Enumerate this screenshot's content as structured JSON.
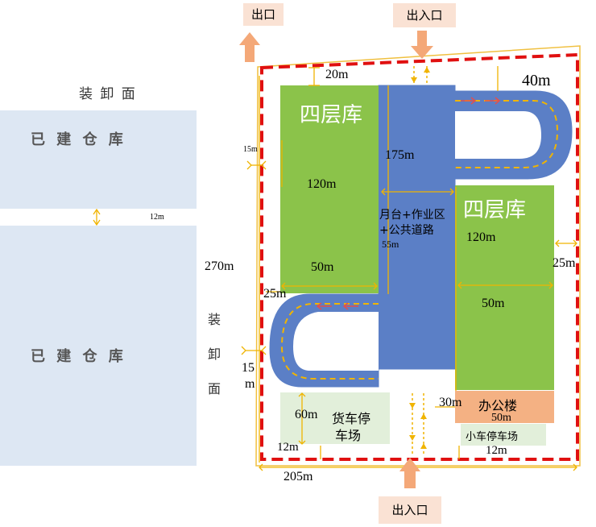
{
  "left": {
    "title_top": "装 卸 面",
    "wh1": "已 建 仓 库",
    "wh2": "已 建 仓 库",
    "gap_dim": "12m",
    "side_text": [
      "装",
      "卸",
      "面"
    ]
  },
  "gates": {
    "exit_top": "出口",
    "in_out_top": "出入口",
    "in_out_bottom": "出入口"
  },
  "blocks": {
    "wh_left": "四层库",
    "wh_right": "四层库",
    "platform_line1": "月台+作业区",
    "platform_line2": "+公共道路",
    "office": "办公楼",
    "truck_park_line1": "货车停",
    "truck_park_line2": "车场",
    "car_park": "小车停车场"
  },
  "dims": {
    "d20": "20m",
    "d40": "40m",
    "d15_top": "15m",
    "d175": "175m",
    "d120_left": "120m",
    "d120_right": "120m",
    "d55": "55m",
    "d270": "270m",
    "d50_left": "50m",
    "d50_right": "50m",
    "d25_left": "25m",
    "d25_right": "25m",
    "d15_bot": "15",
    "d15_bot_unit": "m",
    "d60": "60m",
    "d30": "30m",
    "d50_office": "50m",
    "d12_bl": "12m",
    "d12_br": "12m",
    "d205": "205m"
  },
  "colors": {
    "warehouse_existing": "#dde7f3",
    "warehouse_green": "#8bc34a",
    "platform_blue": "#5b7fc6",
    "parking": "#e2efda",
    "office": "#f4b183",
    "boundary_red": "#e01010",
    "dimension_yellow": "#f0b400",
    "arrow_orange": "#f4a878"
  }
}
